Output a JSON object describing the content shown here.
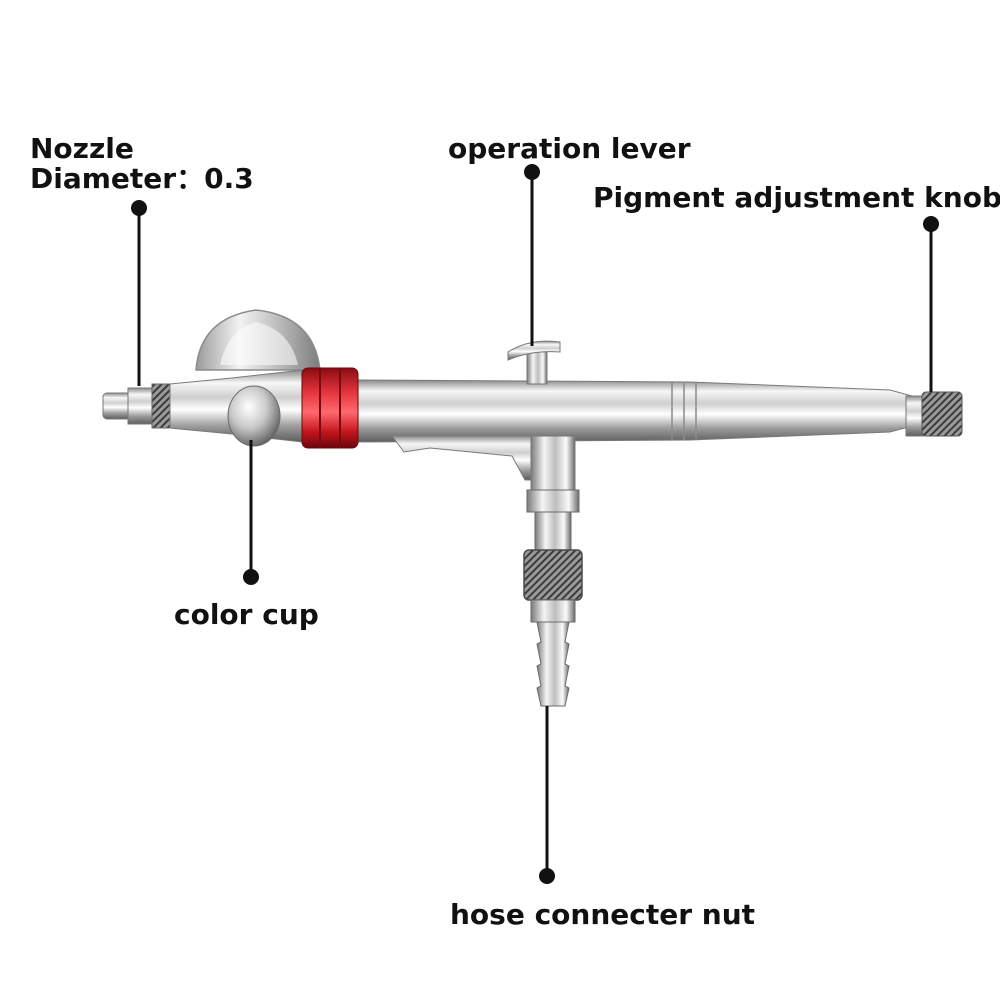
{
  "labels": {
    "nozzle": "Nozzle",
    "diameter": "Diameter：0.3",
    "operation_lever": "operation lever",
    "pigment_knob": "Pigment adjustment knob",
    "color_cup": "color cup",
    "hose_nut": "hose connecter nut"
  },
  "colors": {
    "leader": "#111111",
    "accent_ring": "#d0202a",
    "chrome_light": "#f4f4f4",
    "chrome_mid": "#b9b9b9",
    "chrome_dark": "#6e6e6e"
  }
}
